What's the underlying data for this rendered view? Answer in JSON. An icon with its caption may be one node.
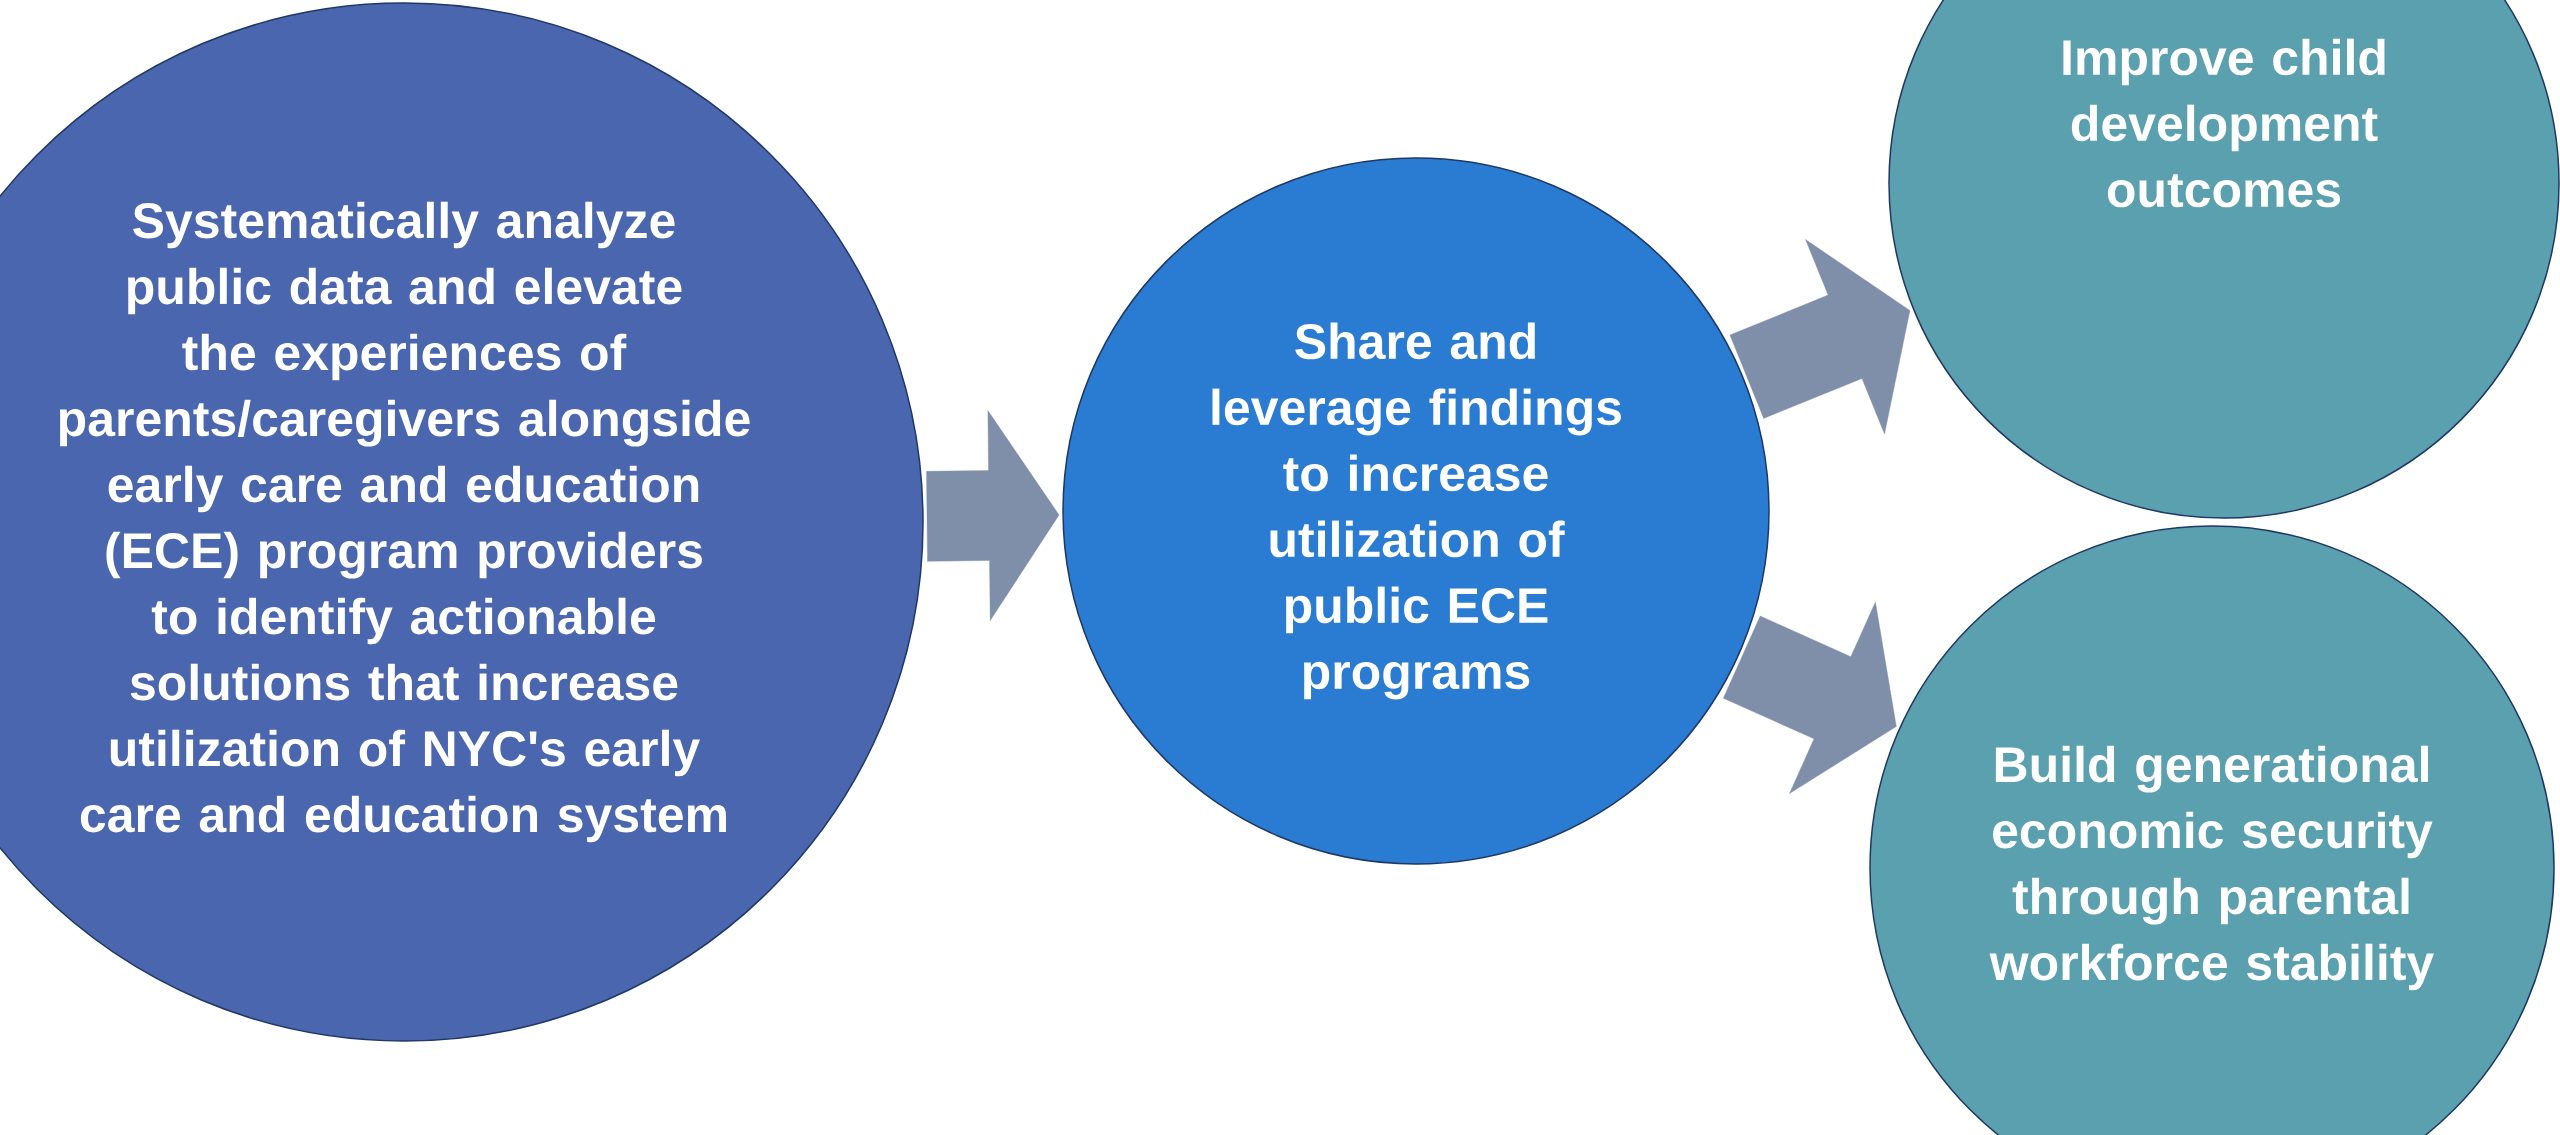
{
  "diagram": {
    "nodes": [
      {
        "text": [
          "Systematically analyze public data and elevate the experiences of parents/caregivers alongside early care and education (ECE) program providers to identify actionable solutions that increase utilization of NYC's early care and education system"
        ]
      },
      {
        "text": [
          "Share and leverage findings to increase utilization of public ECE programs"
        ]
      },
      {
        "text": [
          "Improve child development outcomes"
        ]
      },
      {
        "text": [
          "Build generational economic security through parental workforce stability"
        ]
      }
    ],
    "edges": [
      {
        "from": 0,
        "to": 1,
        "arrow": "to"
      },
      {
        "from": 1,
        "to": 2,
        "arrow": "to"
      },
      {
        "from": 1,
        "to": 3,
        "arrow": "to"
      }
    ]
  }
}
